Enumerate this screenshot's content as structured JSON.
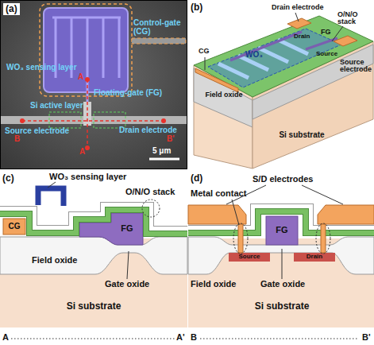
{
  "diagram": {
    "nodes": [
      {
        "text": [
          "(a)"
        ]
      },
      {
        "text": [
          "WO₃"
        ]
      },
      {
        "text": [
          "Field oxide"
        ]
      },
      {
        "text": [
          "Si substrate"
        ]
      },
      {
        "text": [
          "CG"
        ]
      },
      {
        "text": [
          "FG"
        ]
      },
      {
        "text": [
          "Si substrate"
        ]
      },
      {
        "text": [
          "FG"
        ]
      },
      {
        "text": [
          "Source"
        ]
      },
      {
        "text": [
          "Drain"
        ]
      },
      {
        "text": [
          "Si substrate"
        ]
      }
    ],
    "labels": [
      "Control-gate (CG)",
      "WO₃ sensing layer",
      "A",
      "Floating-gate (FG)",
      "Si active layer",
      "Source electrode",
      "Drain electrode",
      "B",
      "B'",
      "A'",
      "5 μm",
      "(b)",
      "Drain electrode",
      "O/N/O stack",
      "CG",
      "FG",
      "Drain",
      "Source",
      "Source electrode",
      "(c)",
      "WO₃ sensing layer",
      "O/N/O stack",
      "Field oxide",
      "Gate oxide",
      "A",
      "A'",
      "(d)",
      "S/D electrodes",
      "Metal contact",
      "Field oxide",
      "Gate oxide",
      "B",
      "B'"
    ]
  }
}
